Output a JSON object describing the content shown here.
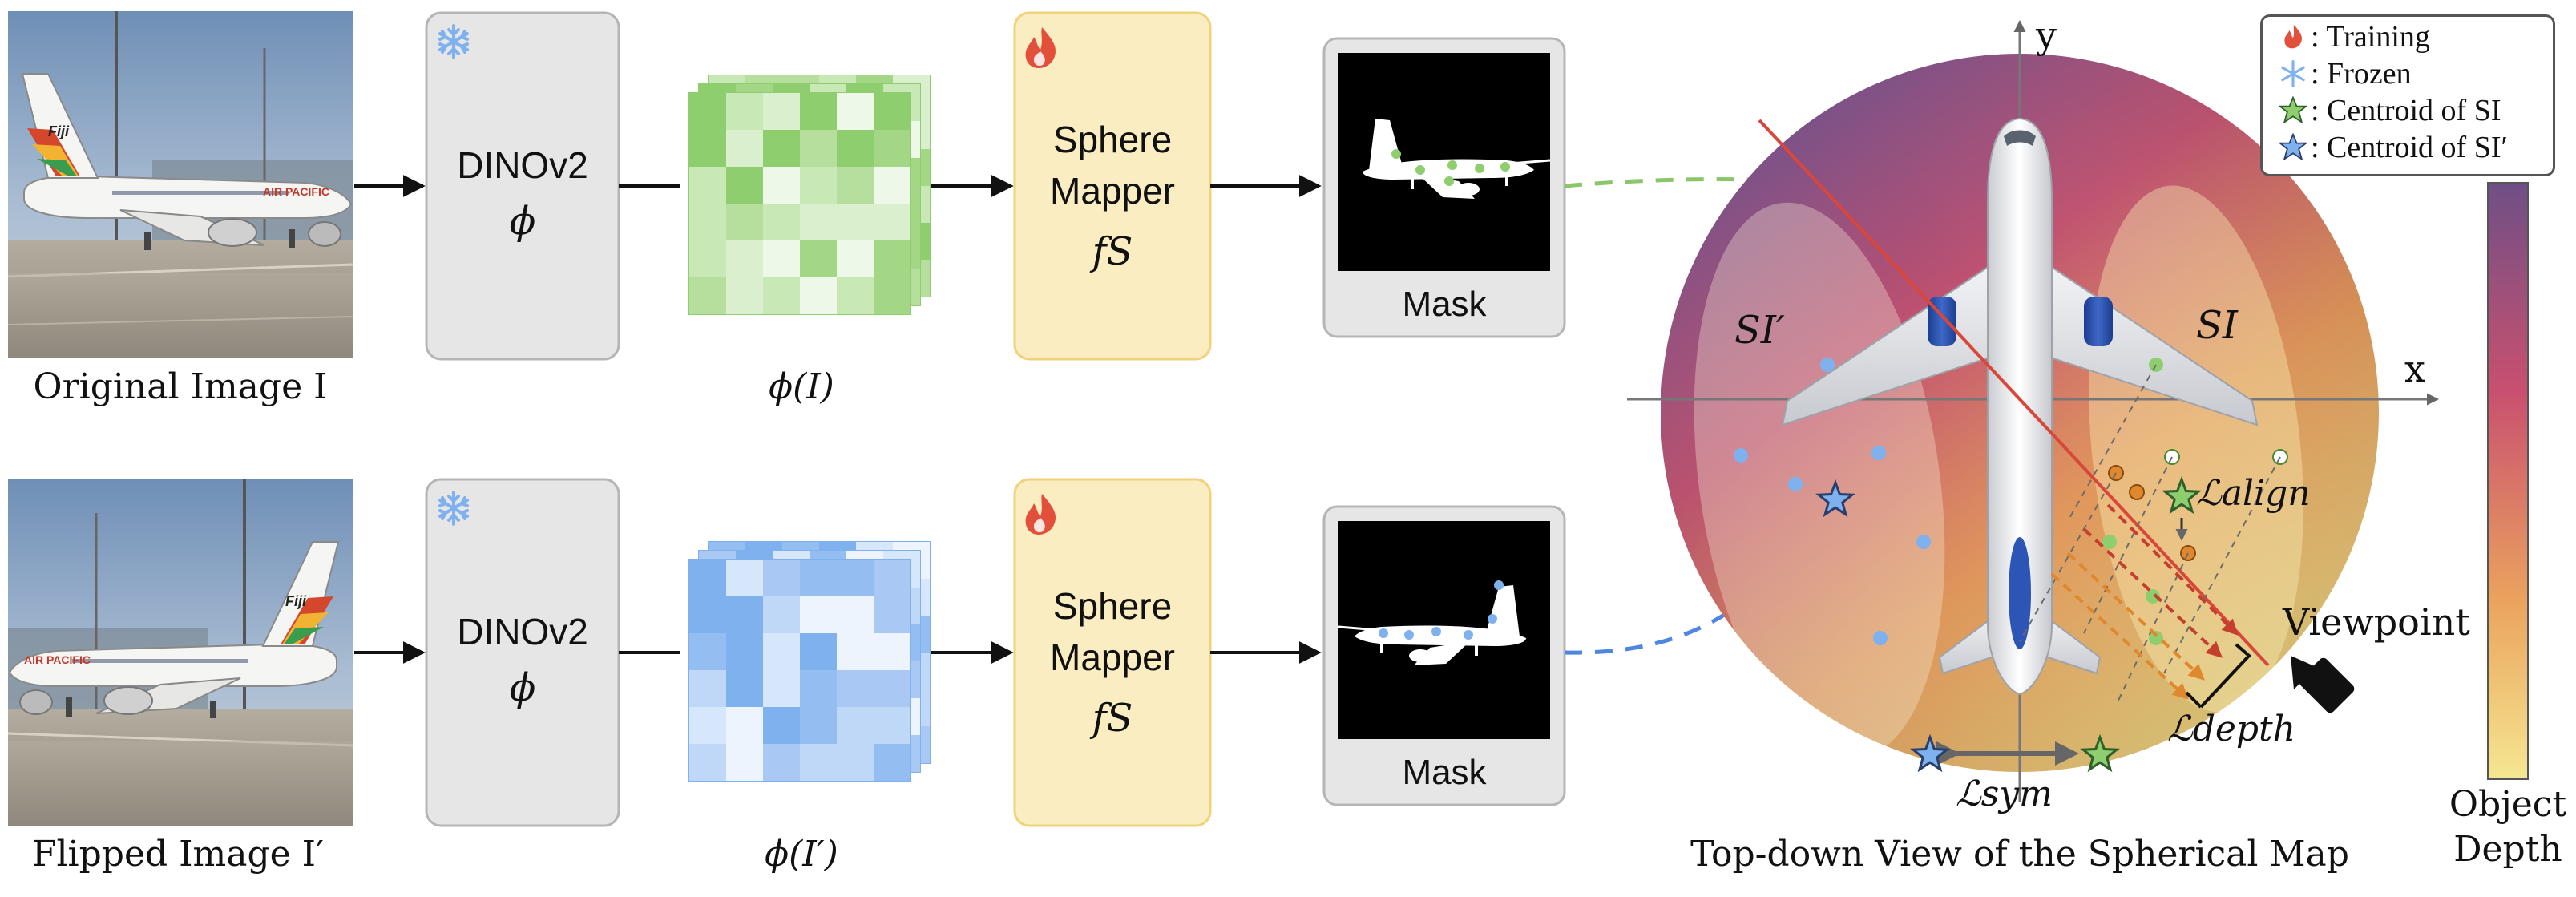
{
  "colors": {
    "dino_box_fill": "#e6e6e6",
    "dino_box_stroke": "#b5b5b5",
    "mapper_box_fill": "#fbedc2",
    "mapper_box_stroke": "#f0d27a",
    "green_features": "#8fce6e",
    "blue_features": "#7fb1ef",
    "green_arrow": "#8bc66a",
    "blue_arrow": "#4f86e0",
    "centroid_line": "#d9463a",
    "depth_top": "#7a4f86",
    "depth_mid": "#d2556a",
    "depth_bottom": "#f3e58e"
  },
  "top_row": {
    "image_caption": "Original Image I",
    "encoder_name": "DINOv2",
    "encoder_symbol": "ϕ",
    "features_caption": "ϕ(I)",
    "mapper_line1": "Sphere",
    "mapper_line2": "Mapper",
    "mapper_symbol": "fS",
    "mask_label": "Mask",
    "encoder_state_icon": "snowflake-icon",
    "mapper_state_icon": "flame-icon"
  },
  "bottom_row": {
    "image_caption": "Flipped Image I′",
    "encoder_name": "DINOv2",
    "encoder_symbol": "ϕ",
    "features_caption": "ϕ(I′)",
    "mapper_line1": "Sphere",
    "mapper_line2": "Mapper",
    "mapper_symbol": "fS",
    "mask_label": "Mask",
    "encoder_state_icon": "snowflake-icon",
    "mapper_state_icon": "flame-icon"
  },
  "photo_text": {
    "top_fiji": "Fiji",
    "top_airline": "AIR PACIFIC",
    "bottom_fiji": "Fiji",
    "bottom_airline": "AIR PACIFIC"
  },
  "sphere": {
    "axis_x": "x",
    "axis_y": "y",
    "region_left": "SI′",
    "region_right": "SI",
    "loss_align": "ℒalign",
    "loss_depth": "ℒdepth",
    "loss_sym": "ℒsym",
    "viewpoint": "Viewpoint",
    "caption": "Top-down View of the Spherical Map"
  },
  "legend": {
    "training": ": Training",
    "frozen": ": Frozen",
    "centroid_si": ": Centroid of SI",
    "centroid_si_prime": ": Centroid of SI′"
  },
  "depth_bar": {
    "line1": "Object",
    "line2": "Depth"
  }
}
